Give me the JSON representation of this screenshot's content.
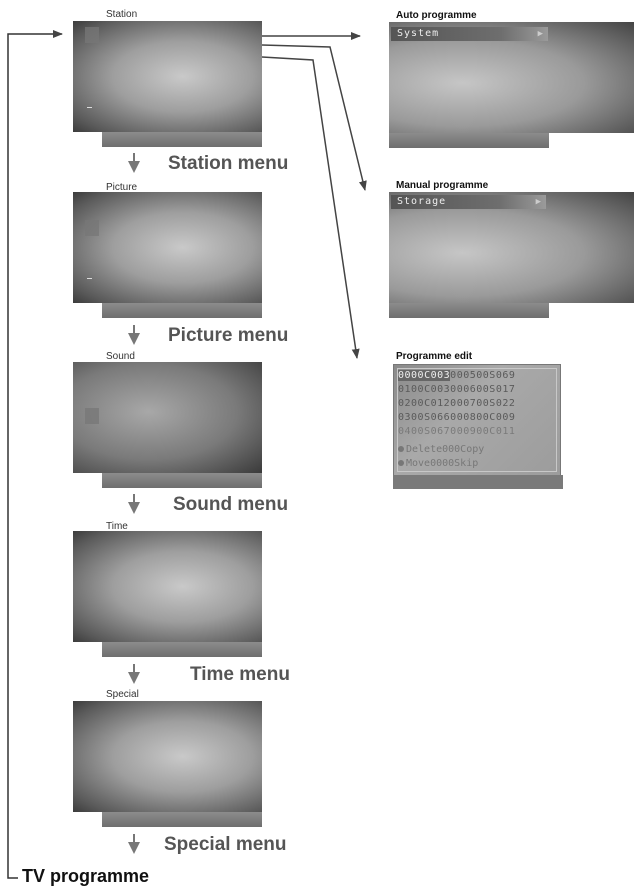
{
  "menus": [
    {
      "label": "Station",
      "title": "Station menu"
    },
    {
      "label": "Picture",
      "title": "Picture menu"
    },
    {
      "label": "Sound",
      "title": "Sound menu"
    },
    {
      "label": "Time",
      "title": "Time menu"
    },
    {
      "label": "Special",
      "title": "Special menu"
    }
  ],
  "station_submenus": {
    "auto": {
      "label": "Auto programme",
      "item": "System"
    },
    "manual": {
      "label": "Manual programme",
      "item": "Storage"
    },
    "edit": {
      "label": "Programme edit",
      "rows": [
        [
          "0000C003",
          "0005",
          "00S069"
        ],
        [
          "0100C003",
          "0006",
          "00S017"
        ],
        [
          "0200C012",
          "0007",
          "00S022"
        ],
        [
          "0300S066",
          "0008",
          "00C009"
        ],
        [
          "0400S067",
          "0009",
          "00C011"
        ]
      ],
      "footer": [
        "Delete000Copy",
        "Move0000Skip"
      ]
    }
  },
  "root_label": "TV programme",
  "colors": {
    "arrow": "#555555",
    "connector": "#333333",
    "title_text": "#555555"
  },
  "icons": [
    "arrow-down-icon",
    "arrow-right-icon",
    "side-icon"
  ]
}
